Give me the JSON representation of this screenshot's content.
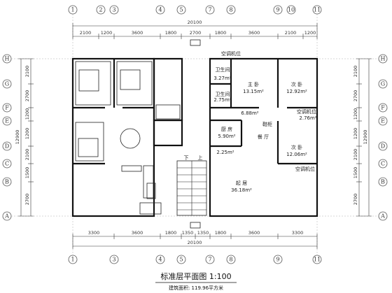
{
  "plan": {
    "title": "标准层平面图  1:100",
    "area_note": "建筑面积: 119.96平方米",
    "axes_top": [
      "1",
      "2",
      "3",
      "4",
      "5",
      "7",
      "8",
      "9",
      "10",
      "11"
    ],
    "axes_left": [
      "H",
      "G",
      "F",
      "E",
      "D",
      "C",
      "B",
      "A"
    ],
    "dims_top": [
      "2100",
      "1200",
      "3600",
      "1800",
      "2700",
      "1800",
      "3600",
      "2100",
      "1200"
    ],
    "total_top": "20100",
    "dims_bottom": [
      "3300",
      "3600",
      "1800",
      "1350",
      "1350",
      "1800",
      "3600",
      "3300"
    ],
    "total_bottom": "20100",
    "dims_left": [
      "2100",
      "2700",
      "1200",
      "1200",
      "2100",
      "1500",
      "2700"
    ],
    "total_left": "12900",
    "dims_right": [
      "2100",
      "2700",
      "1200",
      "1200",
      "2100",
      "1500",
      "2700"
    ],
    "total_right": "12900",
    "rooms": {
      "ac_top": "空调机位",
      "bath1": "卫生间",
      "bath1_area": "3.27m²",
      "bath2": "卫生间",
      "bath2_area": "2.75m²",
      "master": "主  卧",
      "master_area": "13.15m²",
      "second1": "次  卧",
      "second1_area": "12.92m²",
      "shoe": "鞋柜",
      "kitchen": "厨  房",
      "kitchen_area": "5.90m²",
      "dining": "餐  厅",
      "dining_area": "6.88m²",
      "ac_mid": "空调机位",
      "balcony_area": "2.76m²",
      "second2": "次  卧",
      "second2_area": "12.06m²",
      "ac_bottom": "空调机位",
      "corridor_area": "2.25m²",
      "living": "起  居",
      "living_area": "36.18m²",
      "stair_down": "下",
      "stair_up": "上"
    }
  }
}
